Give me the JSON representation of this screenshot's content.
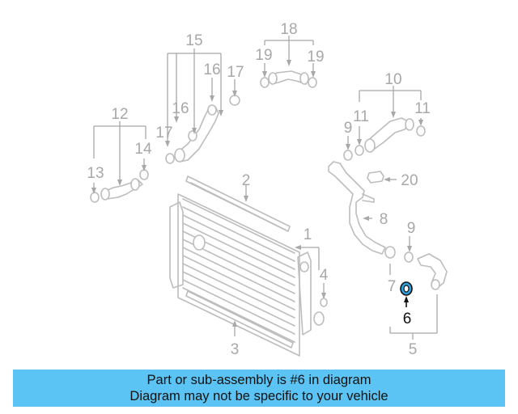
{
  "callouts": {
    "c1": "1",
    "c2": "2",
    "c3": "3",
    "c4": "4",
    "c5": "5",
    "c6": "6",
    "c7": "7",
    "c8": "8",
    "c9a": "9",
    "c9b": "9",
    "c10": "10",
    "c11a": "11",
    "c11b": "11",
    "c12": "12",
    "c13": "13",
    "c14": "14",
    "c15": "15",
    "c16a": "16",
    "c16b": "16",
    "c17a": "17",
    "c17b": "17",
    "c18": "18",
    "c19a": "19",
    "c19b": "19",
    "c20": "20"
  },
  "highlight": {
    "part_number": "6",
    "color": "#2fa0dc"
  },
  "banner": {
    "line1": "Part or sub-assembly is #6 in diagram",
    "line2": "Diagram may not be specific to your vehicle",
    "background": "#5bc4f4"
  }
}
